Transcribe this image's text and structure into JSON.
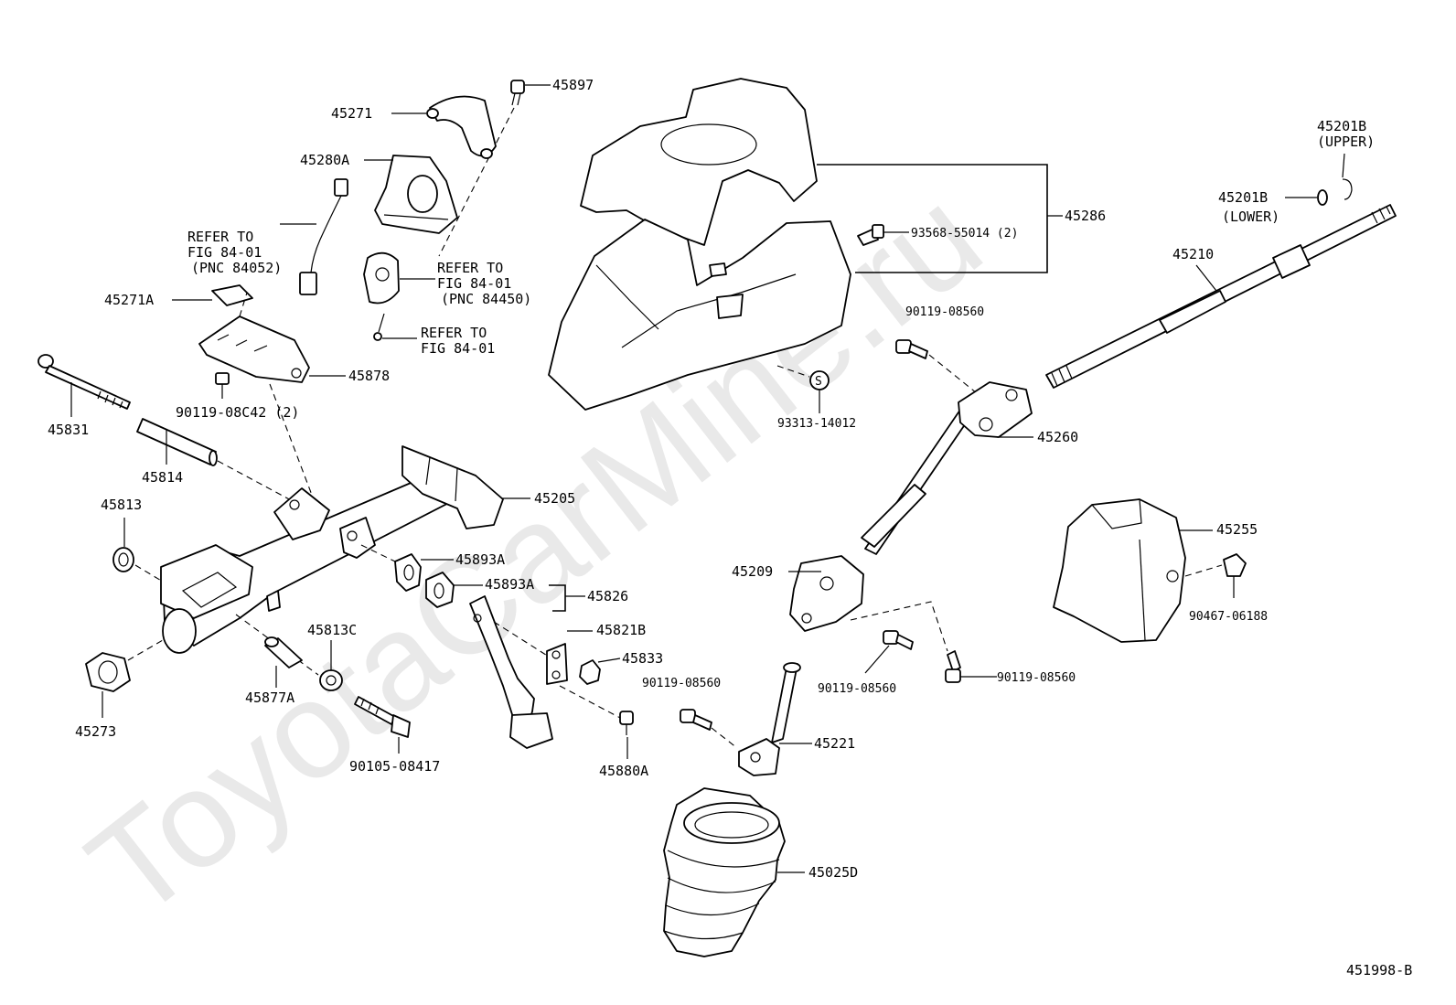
{
  "watermark": "ToyotaCarMine.ru",
  "figure_id": "451998-B",
  "labels": {
    "p45897": "45897",
    "p45271": "45271",
    "p45280A": "45280A",
    "refer1_l1": "REFER TO",
    "refer1_l2": "FIG 84-01",
    "refer1_l3": "(PNC 84052)",
    "refer2_l1": "REFER TO",
    "refer2_l2": "FIG 84-01",
    "refer2_l3": "(PNC 84450)",
    "refer3_l1": "REFER TO",
    "refer3_l2": "FIG 84-01",
    "p45271A": "45271A",
    "p45878": "45878",
    "p90119_08C42": "90119-08C42 (2)",
    "p45831": "45831",
    "p45814": "45814",
    "p45813": "45813",
    "p45205": "45205",
    "p45893A_1": "45893A",
    "p45893A_2": "45893A",
    "p45826": "45826",
    "p45821B": "45821B",
    "p45833": "45833",
    "p45813C": "45813C",
    "p45877A": "45877A",
    "p45273": "45273",
    "p90105_08417": "90105-08417",
    "p45880A": "45880A",
    "p45286": "45286",
    "p93568_55014": "93568-55014 (2)",
    "p93313_14012": "93313-14012",
    "s_mark": "S",
    "p90119_08560_a": "90119-08560",
    "p45260": "45260",
    "p45201B_upper": "45201B",
    "upper_note": "(UPPER)",
    "p45201B_lower": "45201B",
    "lower_note": "(LOWER)",
    "p45210": "45210",
    "p45209": "45209",
    "p45255": "45255",
    "p90467_06188": "90467-06188",
    "p90119_08560_b": "90119-08560",
    "p90119_08560_c": "90119-08560",
    "p90119_08560_d": "90119-08560",
    "p45221": "45221",
    "p45025D": "45025D"
  }
}
